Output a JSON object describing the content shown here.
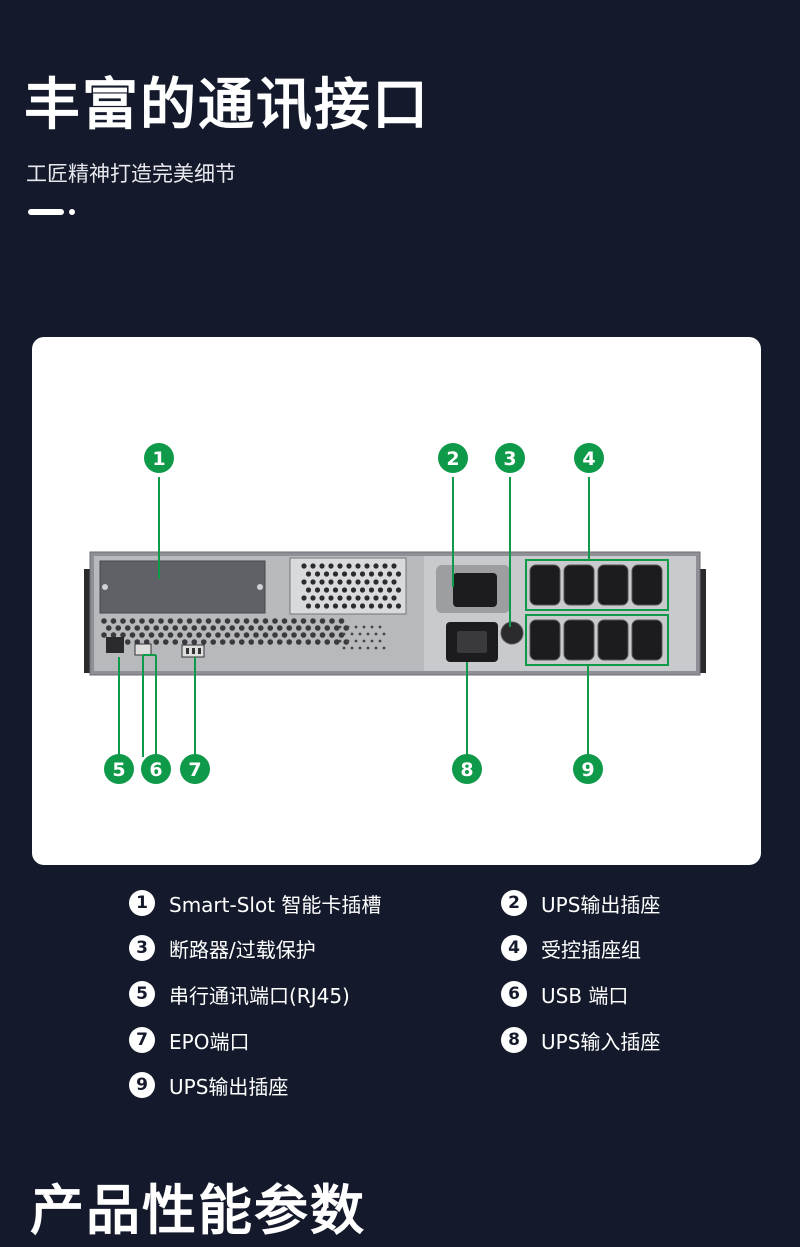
{
  "header": {
    "title": "丰富的通讯接口",
    "subtitle": "工匠精神打造完美细节"
  },
  "diagram": {
    "callouts": [
      "1",
      "2",
      "3",
      "4",
      "5",
      "6",
      "7",
      "8",
      "9"
    ],
    "accent_color": "#0f9a4a",
    "panel_colors": {
      "chassis": "#8e9095",
      "panel": "#c9cacd",
      "outlet": "#1c1c1e"
    }
  },
  "legend": [
    {
      "num": "1",
      "label": "Smart-Slot 智能卡插槽"
    },
    {
      "num": "2",
      "label": "UPS输出插座"
    },
    {
      "num": "3",
      "label": "断路器/过载保护"
    },
    {
      "num": "4",
      "label": "受控插座组"
    },
    {
      "num": "5",
      "label": "串行通讯端口(RJ45)"
    },
    {
      "num": "6",
      "label": "USB 端口"
    },
    {
      "num": "7",
      "label": "EPO端口"
    },
    {
      "num": "8",
      "label": "UPS输入插座"
    },
    {
      "num": "9",
      "label": "UPS输出插座"
    }
  ],
  "next_section": {
    "title": "产品性能参数"
  }
}
